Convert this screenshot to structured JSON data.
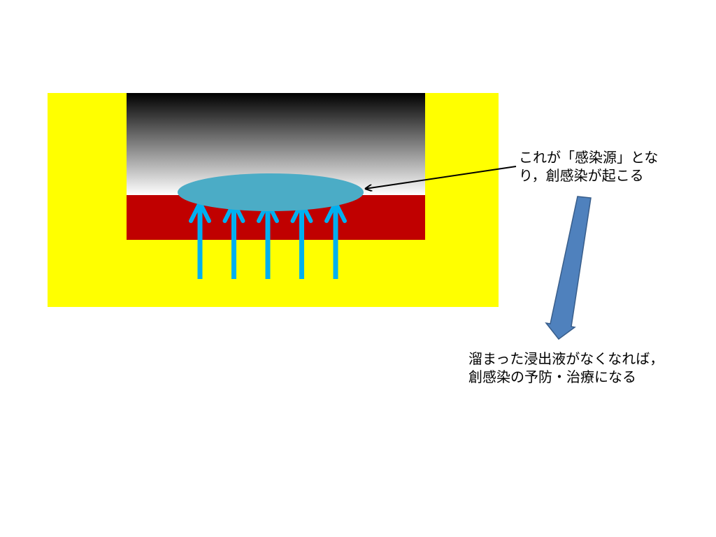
{
  "colors": {
    "tissue": "#ffff00",
    "wound_bed": "#c00000",
    "gradient_top": "#000000",
    "gradient_bottom": "#ffffff",
    "exudate_pool": "#4bacc6",
    "exudate_arrows": "#00b0f0",
    "flow_arrow_fill": "#4f81bd",
    "flow_arrow_stroke": "#385d8a",
    "pointer": "#000000"
  },
  "labels": {
    "infection_source": {
      "line1": "これが「感染源」とな",
      "line2": "り，創感染が起こる"
    },
    "outcome": {
      "line1": "溜まった浸出液がなくなれば，",
      "line2": "創感染の予防・治療になる"
    }
  },
  "exudate_arrow_count": 5
}
